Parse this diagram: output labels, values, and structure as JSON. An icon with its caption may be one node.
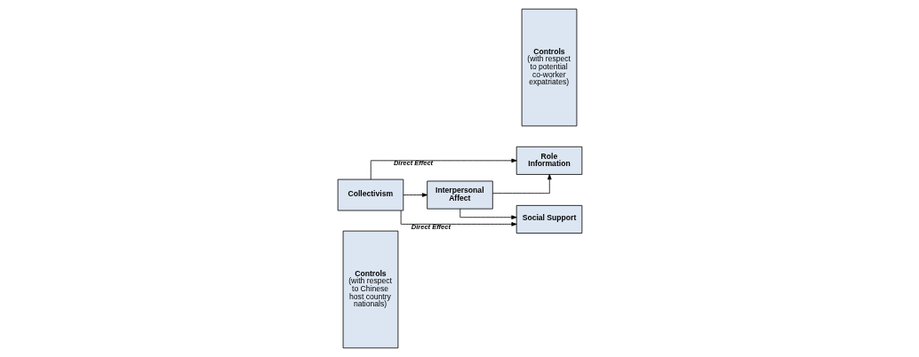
{
  "diagram": {
    "nodes": [
      {
        "text": [
          "Controls",
          "(with respect to Chinese host country nationals)"
        ]
      },
      {
        "text": [
          "Collectivism"
        ]
      },
      {
        "text": [
          "Interpersonal Affect"
        ]
      },
      {
        "text": [
          "Role Information"
        ]
      },
      {
        "text": [
          "Social Support"
        ]
      },
      {
        "text": [
          "Controls",
          "(with respect to potential co-worker expatriates)"
        ]
      }
    ],
    "edges": [
      {
        "from": 1,
        "to": 3,
        "arrow": "to",
        "label": "Direct Effect"
      },
      {
        "from": 1,
        "to": 2,
        "arrow": "to"
      },
      {
        "from": 2,
        "to": 3,
        "arrow": "to"
      },
      {
        "from": 2,
        "to": 4,
        "arrow": "to"
      },
      {
        "from": 1,
        "to": 4,
        "arrow": "to",
        "label": "Direct Effect"
      }
    ]
  }
}
